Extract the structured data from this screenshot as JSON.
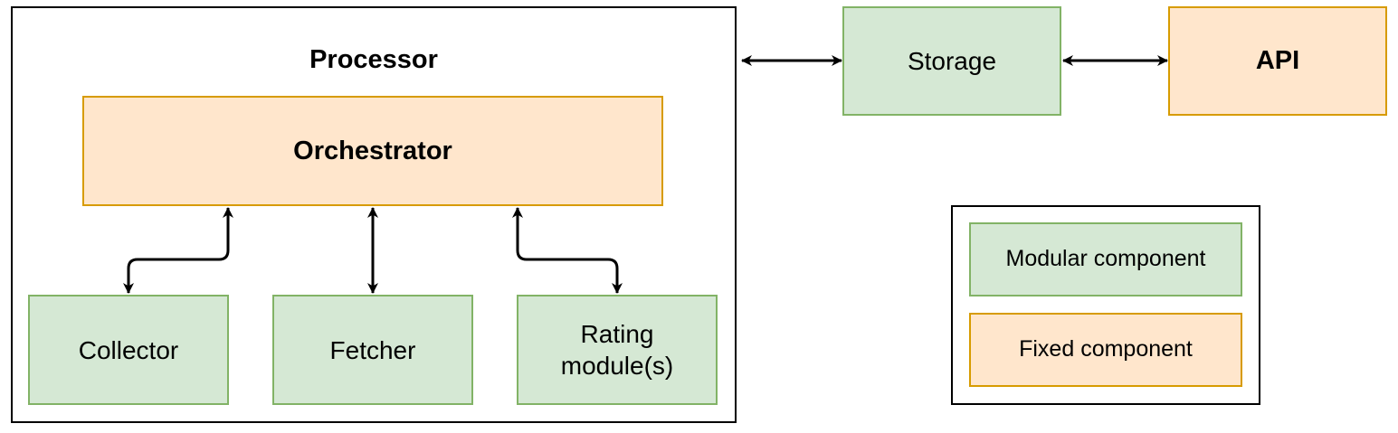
{
  "processor": {
    "title": "Processor",
    "orchestrator": "Orchestrator",
    "collector": "Collector",
    "fetcher": "Fetcher",
    "rating_line1": "Rating",
    "rating_line2": "module(s)"
  },
  "storage": "Storage",
  "api": "API",
  "legend": {
    "modular": "Modular component",
    "fixed": "Fixed component"
  },
  "colors": {
    "modular_fill": "#d5e8d4",
    "modular_stroke": "#82b366",
    "fixed_fill": "#ffe6cc",
    "fixed_stroke": "#d79b00",
    "line": "#000000"
  }
}
